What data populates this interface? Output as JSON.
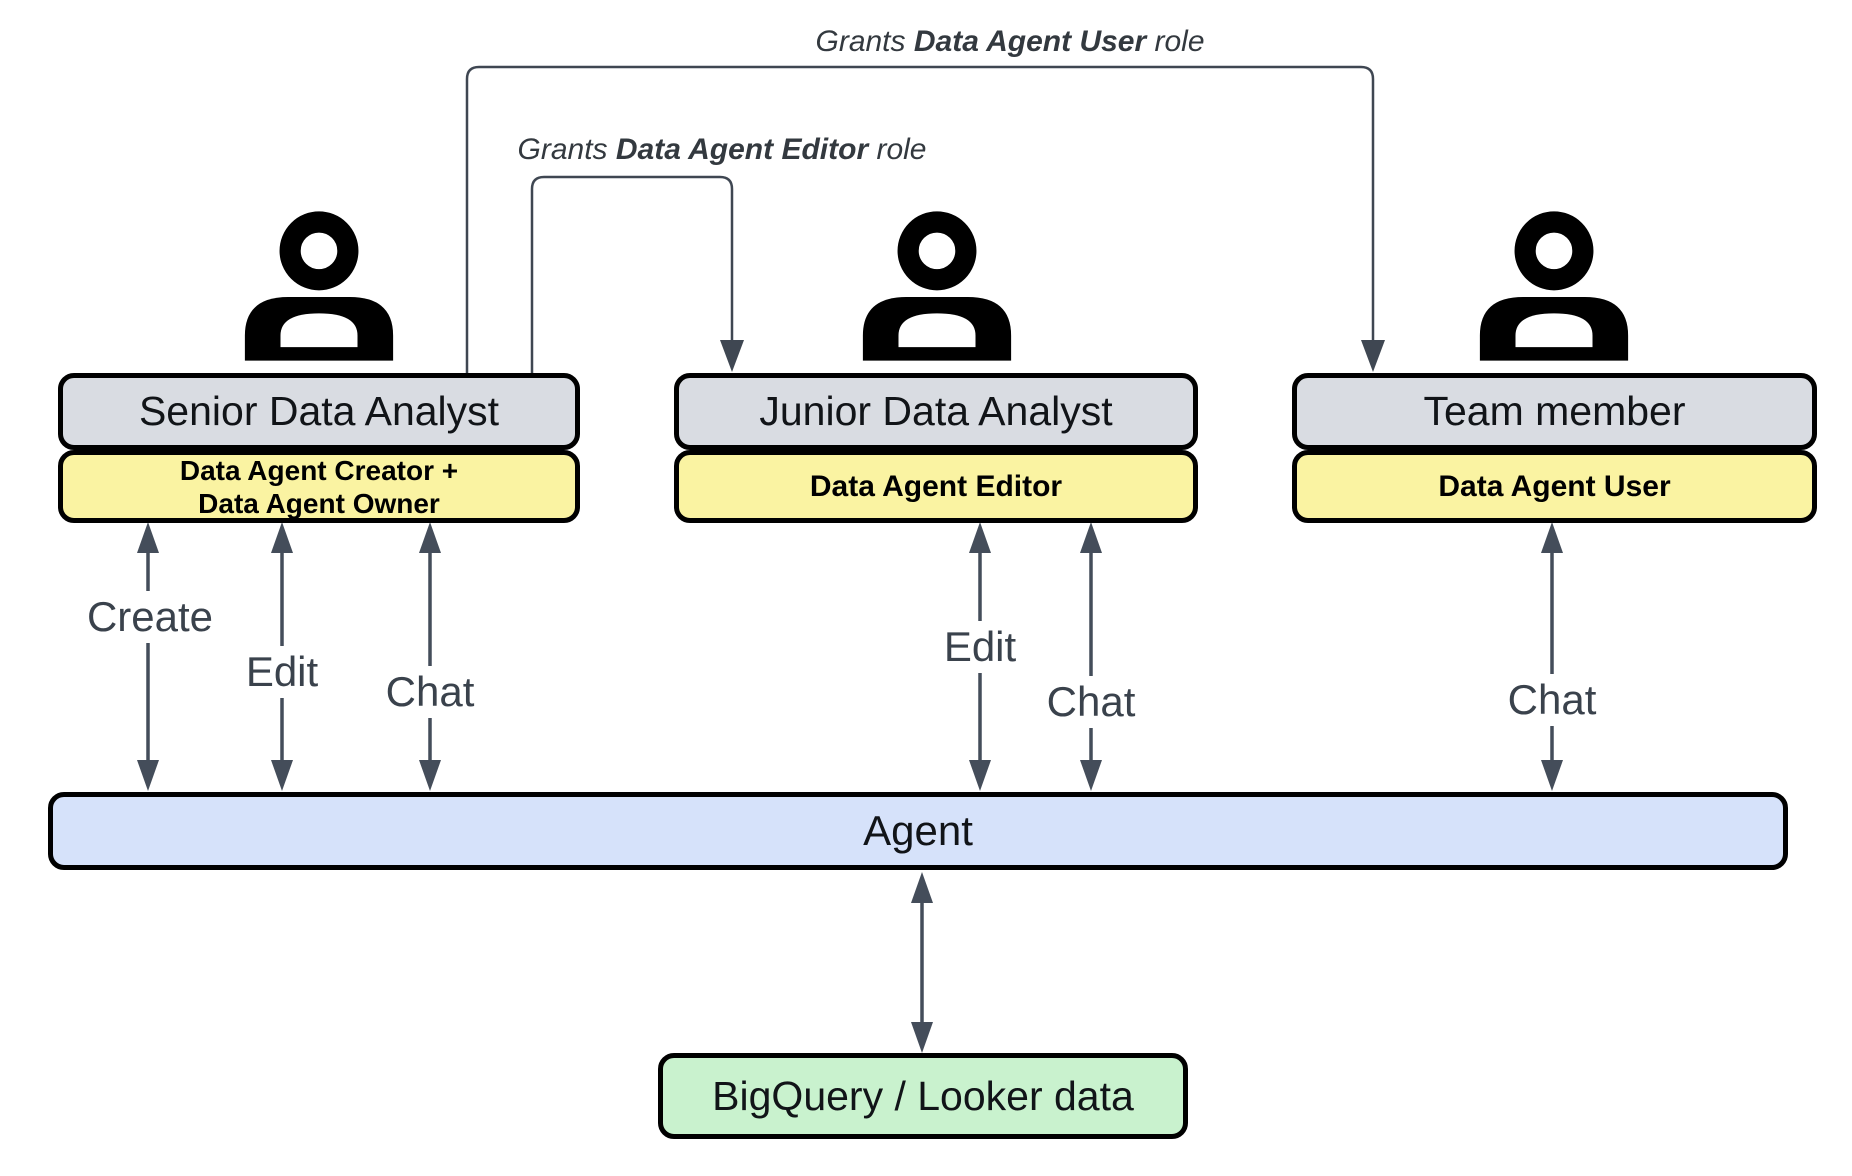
{
  "colors": {
    "role_box_fill": "#d9dce2",
    "permission_box_fill": "#faf3a2",
    "agent_bar_fill": "#d6e2fa",
    "data_box_fill": "#c9f2ce",
    "box_border": "#000000",
    "connector_line": "#3f4752",
    "label_text": "#3a424c"
  },
  "grant_labels": {
    "user": {
      "prefix": "Grants ",
      "bold": "Data Agent User",
      "suffix": " role"
    },
    "editor": {
      "prefix": "Grants ",
      "bold": "Data Agent Editor",
      "suffix": " role"
    }
  },
  "actors": [
    {
      "title": "Senior Data Analyst",
      "roles": [
        "Data Agent Creator +",
        "Data Agent Owner"
      ],
      "actions": [
        "Create",
        "Edit",
        "Chat"
      ]
    },
    {
      "title": "Junior Data Analyst",
      "roles": [
        "Data Agent Editor"
      ],
      "actions": [
        "Edit",
        "Chat"
      ]
    },
    {
      "title": "Team member",
      "roles": [
        "Data Agent User"
      ],
      "actions": [
        "Chat"
      ]
    }
  ],
  "agent": {
    "label": "Agent"
  },
  "data_source": {
    "label": "BigQuery / Looker data"
  }
}
